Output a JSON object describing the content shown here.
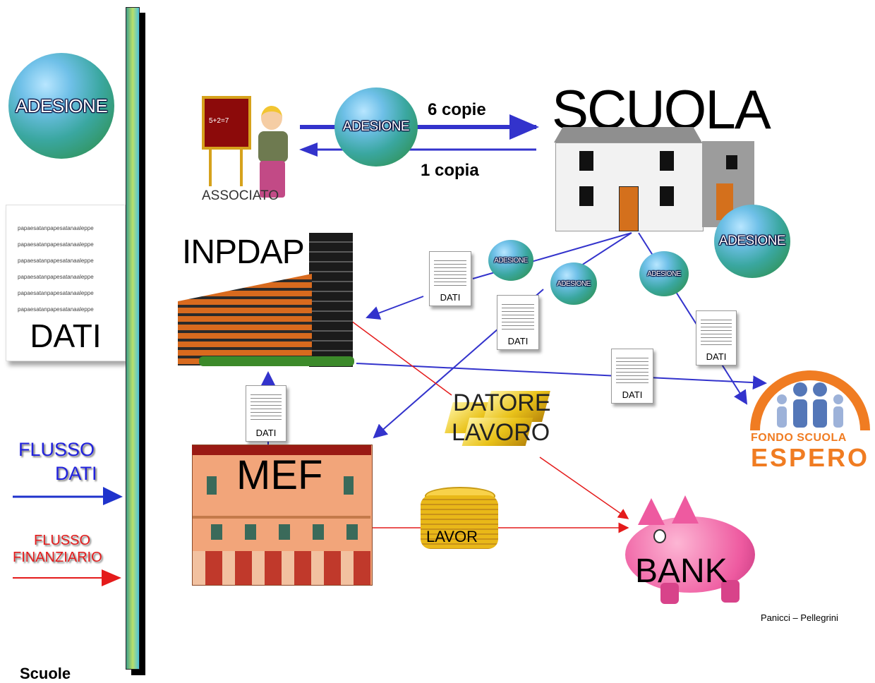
{
  "legend": {
    "adesione": "ADESIONE",
    "dati_lines": [
      "papaesatanpapesatanaaleppe",
      "papaesatanpapesatanaaleppe",
      "papaesatanpapesatanaaleppe",
      "papaesatanpapesatanaaleppe",
      "papaesatanpapesatanaaleppe",
      "papaesatanpapesatanaaleppe"
    ],
    "dati": "DATI",
    "flusso_dati_1": "FLUSSO",
    "flusso_dati_2": "DATI",
    "flusso_fin_1": "FLUSSO",
    "flusso_fin_2": "FINANZIARIO",
    "footer": "Scuole"
  },
  "diagram": {
    "associato": "ASSOCIATO",
    "blackboard": "5+2=7",
    "adesione_main": "ADESIONE",
    "copie_6": "6 copie",
    "copie_1": "1 copia",
    "scuola": "SCUOLA",
    "adesione_right": "ADESIONE",
    "inpdap": "INPDAP",
    "adesione_small_1": "ADESIONE",
    "adesione_small_2": "ADESIONE",
    "adesione_small_3": "ADESIONE",
    "dati_1": "DATI",
    "dati_2": "DATI",
    "dati_3": "DATI",
    "dati_4": "DATI",
    "dati_5": "DATI",
    "datore_1": "DATORE",
    "datore_2": "LAVORO",
    "fondo_1": "FONDO SCUOLA",
    "fondo_2": "ESPERO",
    "mef": "MEF",
    "lavor": "LAVOR",
    "bank": "BANK",
    "credits": "Panicci – Pellegrini"
  },
  "colors": {
    "data_flow": "#3333cc",
    "financial_flow": "#e41b1b",
    "espero_orange": "#f07c22",
    "espero_blue": "#7d9bc9"
  }
}
